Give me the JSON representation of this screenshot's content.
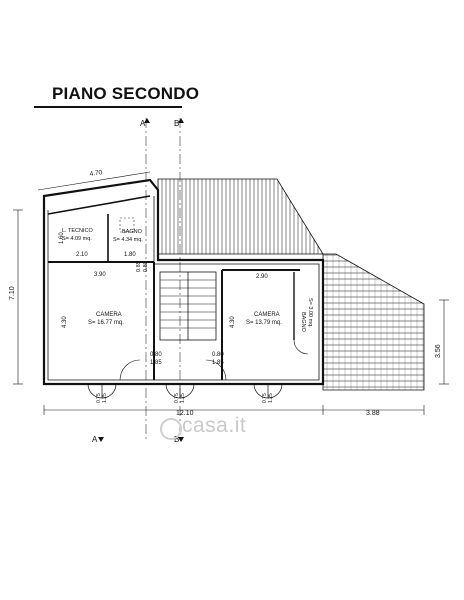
{
  "title": "PIANO SECONDO",
  "watermark": "casa.it",
  "section_marks": [
    "A",
    "B",
    "A",
    "B"
  ],
  "rooms": {
    "tecnico": {
      "name": "L. TECNICO",
      "area": "S= 4.09 mq."
    },
    "bagno1": {
      "name": "BAGNO",
      "area": "S= 4.34 mq."
    },
    "camera1": {
      "name": "CAMERA",
      "area": "S= 16.77 mq."
    },
    "camera2": {
      "name": "CAMERA",
      "area": "S= 13.79 mq."
    },
    "bagno2": {
      "name": "BAGNO",
      "area": "S= 3.00 mq."
    }
  },
  "dims": {
    "top_width": "4.70",
    "total_width": "12.10",
    "right_width": "3.88",
    "left_height": "7.10",
    "right_height": "3.56",
    "tecnico_h": "1.60",
    "tecnico_w": "2.10",
    "bagno_w": "1.80",
    "small_085": "0.85",
    "small_080": "0.80",
    "camera1_w": "3.90",
    "camera1_h": "4.30",
    "camera2_w": "2.90",
    "camera2_h": "4.30",
    "door_w1": "0.80",
    "door_h1": "1.85",
    "door_w2": "0.80",
    "door_h2": "1.85",
    "win1a": "0.75",
    "win1b": "1.25",
    "win2a": "0.75",
    "win2b": "1.25",
    "win3a": "0.75",
    "win3b": "1.25"
  }
}
